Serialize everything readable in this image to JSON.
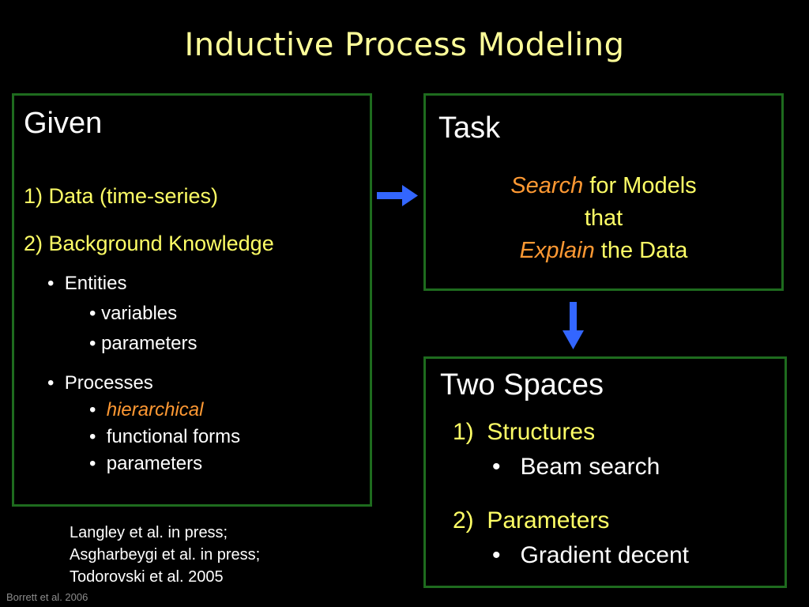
{
  "title": "Inductive Process Modeling",
  "given": {
    "heading": "Given",
    "item1": "1) Data (time-series)",
    "item2": "2) Background Knowledge",
    "entities": {
      "label": "Entities",
      "sub": [
        "• variables",
        "• parameters"
      ]
    },
    "processes": {
      "label": "Processes",
      "sub_emph": "hierarchical",
      "sub": [
        "functional forms",
        "parameters"
      ]
    }
  },
  "task": {
    "heading": "Task",
    "line1_emph": "Search",
    "line1_rest": " for Models",
    "line2": "that",
    "line3_emph": "Explain",
    "line3_rest": " the Data"
  },
  "spaces": {
    "heading": "Two Spaces",
    "items": [
      {
        "num": "1)",
        "label": "Structures",
        "bullet": "Beam search"
      },
      {
        "num": "2)",
        "label": "Parameters",
        "bullet": "Gradient decent"
      }
    ]
  },
  "references": [
    "Langley et al. in press;",
    "Asgharbeygi et al. in press;",
    "Todorovski et al. 2005"
  ],
  "credit": "Borrett et al. 2006",
  "colors": {
    "background": "#000000",
    "title": "#ffff99",
    "box_border": "#1e6b1e",
    "highlight": "#ffff66",
    "emphasis": "#ff9933",
    "arrow": "#3366ff"
  }
}
